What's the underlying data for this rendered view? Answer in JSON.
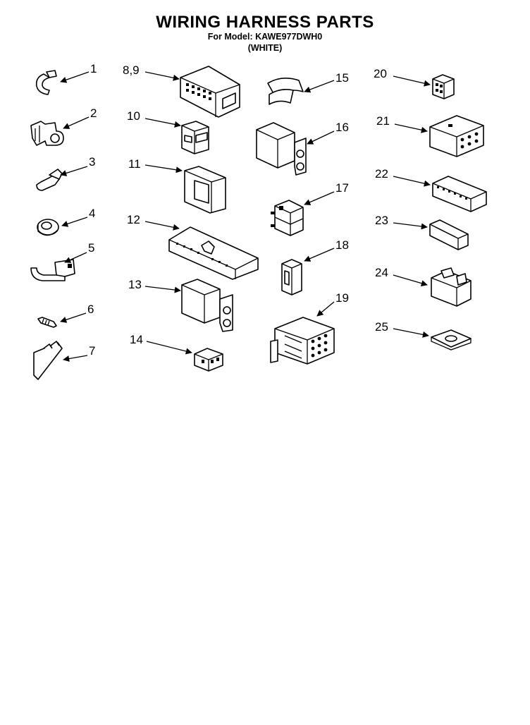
{
  "header": {
    "title": "WIRING HARNESS PARTS",
    "subtitle": "For Model: KAWE977DWH0",
    "variant": "(WHITE)"
  },
  "callouts": [
    {
      "label": "1"
    },
    {
      "label": "2"
    },
    {
      "label": "3"
    },
    {
      "label": "4"
    },
    {
      "label": "5"
    },
    {
      "label": "6"
    },
    {
      "label": "7"
    },
    {
      "label": "8,9"
    },
    {
      "label": "10"
    },
    {
      "label": "11"
    },
    {
      "label": "12"
    },
    {
      "label": "13"
    },
    {
      "label": "14"
    },
    {
      "label": "15"
    },
    {
      "label": "16"
    },
    {
      "label": "17"
    },
    {
      "label": "18"
    },
    {
      "label": "19"
    },
    {
      "label": "20"
    },
    {
      "label": "21"
    },
    {
      "label": "22"
    },
    {
      "label": "23"
    },
    {
      "label": "24"
    },
    {
      "label": "25"
    }
  ]
}
